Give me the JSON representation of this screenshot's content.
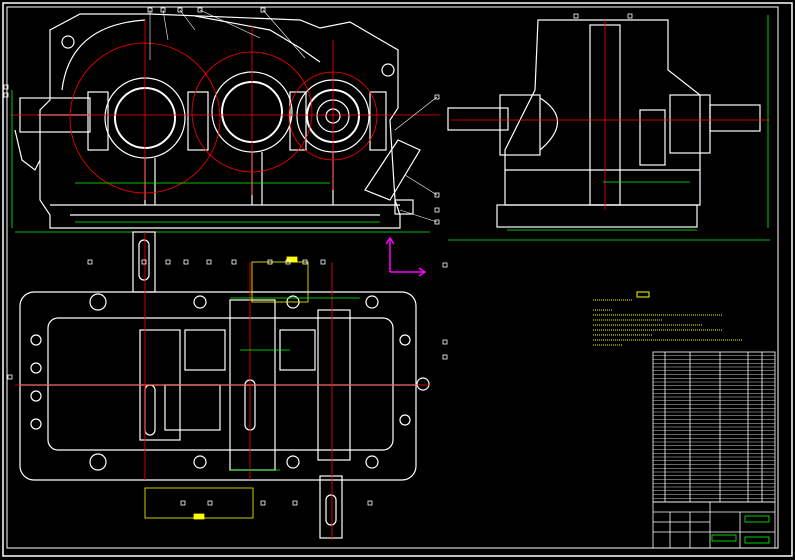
{
  "colors": {
    "background": "#000000",
    "outline": "#ffffff",
    "centerline": "#ff0000",
    "dimension": "#00ff00",
    "annotation": "#ffff00",
    "ucs_icon": "#ff00ff",
    "hatch": "#c0c0c0"
  },
  "drawing": {
    "views": [
      "front-view",
      "side-view",
      "top-view"
    ],
    "tech_requirements_lines": 9,
    "bom_rows": 40,
    "title_block_rows": 4
  }
}
